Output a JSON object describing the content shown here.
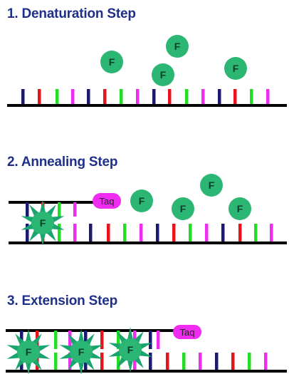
{
  "steps": [
    {
      "title": "1. Denaturation Step"
    },
    {
      "title": "2. Annealing Step"
    },
    {
      "title": "3. Extension Step"
    }
  ],
  "labels": {
    "probe": "F",
    "enzyme": "Taq"
  },
  "colors": {
    "title": "#1e2f8a",
    "backbone": "#000000",
    "base_navy": "#1a1a6e",
    "base_red": "#e8141b",
    "base_green": "#22dd22",
    "base_magenta": "#f02cf0",
    "probe_fill": "#2bb673",
    "probe_burst": "#1aa56e",
    "taq_fill": "#f02cf0"
  }
}
